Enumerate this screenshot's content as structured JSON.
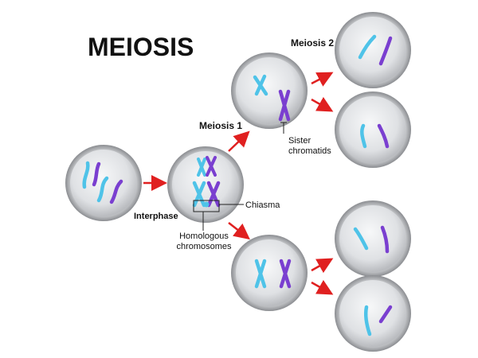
{
  "title": "MEIOSIS",
  "labels": {
    "interphase": "Interphase",
    "meiosis1": "Meiosis 1",
    "meiosis2": "Meiosis 2",
    "chiasma": "Chiasma",
    "sister_line1": "Sister",
    "sister_line2": "chromatids",
    "homologous_line1": "Homologous",
    "homologous_line2": "chromosomes"
  },
  "colors": {
    "cyan_chromosome": "#4fc3e8",
    "purple_chromosome": "#7a3fd0",
    "arrow": "#e02020",
    "cell_fill": "#d9dbde",
    "cell_rim": "#8d8f93"
  }
}
